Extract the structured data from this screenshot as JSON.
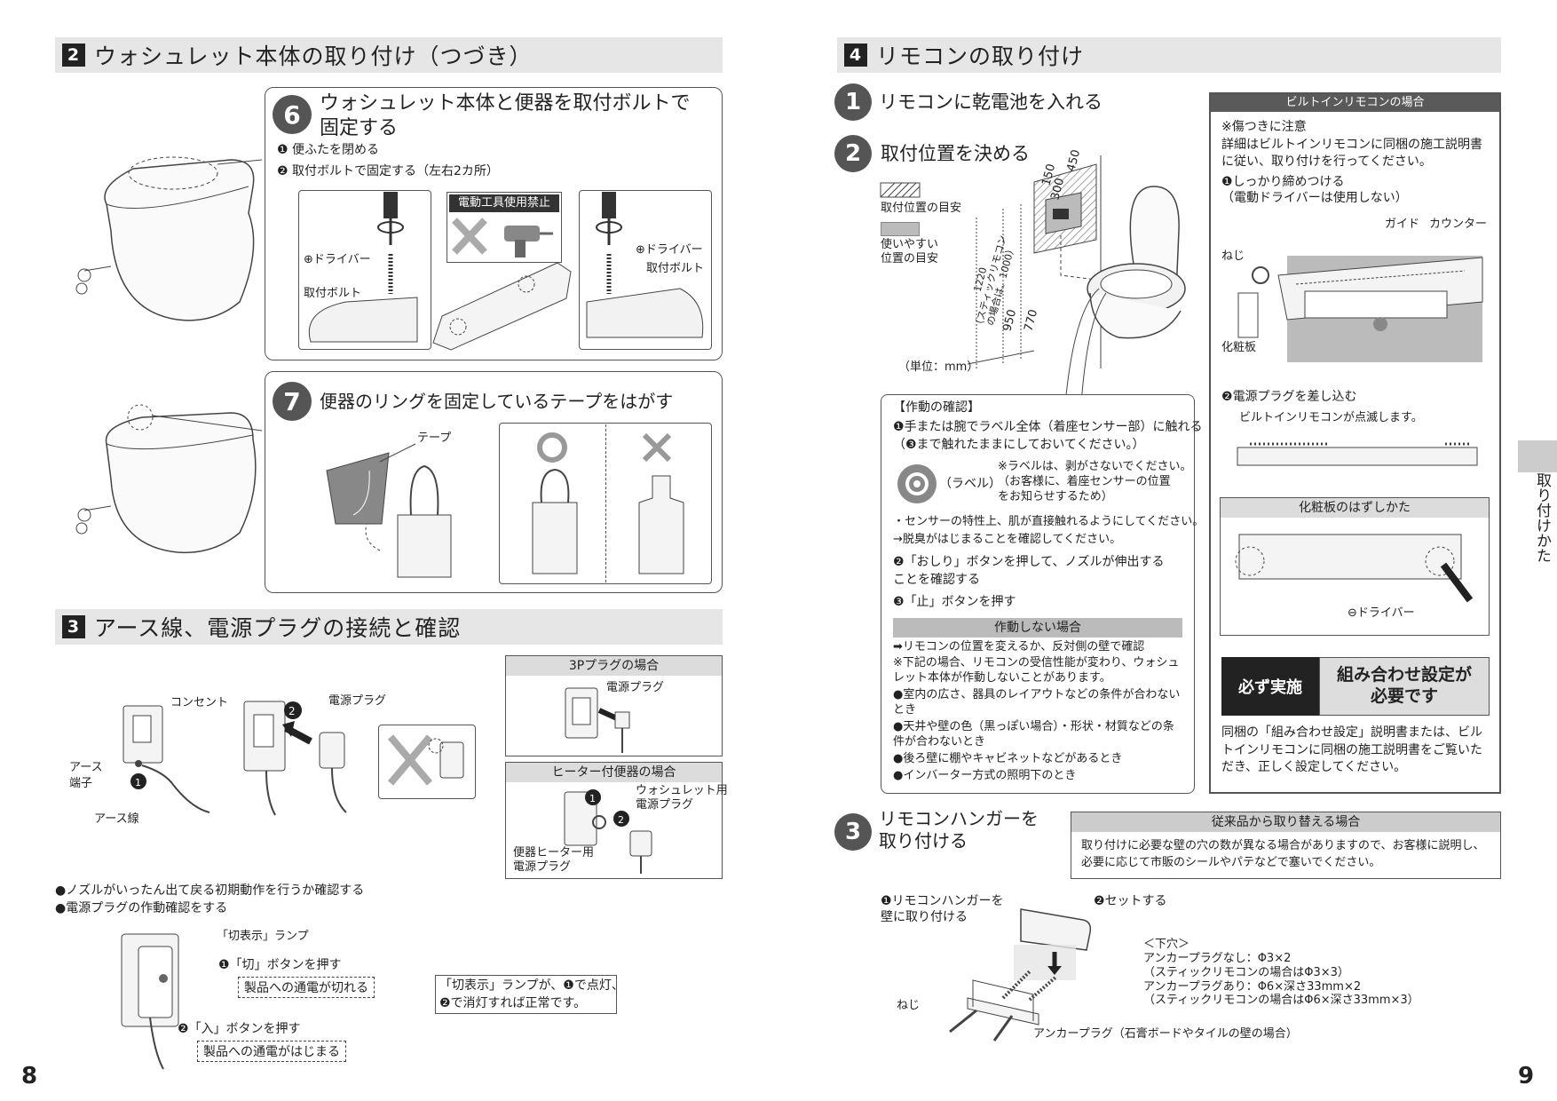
{
  "page_left": "8",
  "page_right": "9",
  "side_tab": "取り付けかた",
  "sec2": {
    "num": "2",
    "title": "ウォシュレット本体の取り付け（つづき）"
  },
  "step6": {
    "num": "6",
    "title": "ウォシュレット本体と便器を取付ボルトで\n固定する",
    "items": [
      "便ふたを閉める",
      "取付ボルトで固定する（左右2カ所）"
    ],
    "warning": "電動工具使用禁止",
    "plus_driver": "⊕ドライバー",
    "bolt": "取付ボルト",
    "plus_driver_r": "⊕ドライバー",
    "bolt_r": "取付ボルト"
  },
  "step7": {
    "num": "7",
    "title": "便器のリングを固定しているテープをはがす",
    "tape": "テープ"
  },
  "sec3": {
    "num": "3",
    "title": "アース線、電源プラグの接続と確認",
    "outlet": "コンセント",
    "earth_terminal": "アース\n端子",
    "earth_wire": "アース線",
    "power_plug": "電源プラグ",
    "plug3p": {
      "title": "3Pプラグの場合",
      "label": "電源プラグ"
    },
    "heater": {
      "title": "ヒーター付便器の場合",
      "washlet_plug": "ウォシュレット用\n電源プラグ",
      "heater_plug": "便器ヒーター用\n電源プラグ"
    },
    "bullets": [
      "●ノズルがいったん出て戻る初期動作を行うか確認する",
      "●電源プラグの作動確認をする"
    ],
    "lamp": "「切表示」ランプ",
    "off": "「切」ボタンを押す",
    "off_note": "製品への通電が切れる",
    "on": "「入」ボタンを押す",
    "on_note": "製品への通電がはじまる",
    "note": "「切表示」ランプが、❶で点灯、\n❷で消灯すれば正常です。"
  },
  "sec4": {
    "num": "4",
    "title": "リモコンの取り付け"
  },
  "r1": {
    "num": "1",
    "title": "リモコンに乾電池を入れる"
  },
  "r2": {
    "num": "2",
    "title": "取付位置を決める",
    "legend_hatch": "取付位置の目安",
    "legend_gray": "使いやすい\n位置の目安",
    "unit": "（単位：mm）",
    "dims": {
      "d150": "150",
      "d450": "450",
      "d300": "300",
      "d1220": "1220\n（スティックリモコン\nの場合は、1000）",
      "d950": "950",
      "d770": "770"
    }
  },
  "check": {
    "title": "【作動の確認】",
    "s1": "手または腕でラベル全体（着座センサー部）に触れる\n（❸まで触れたままにしておいてください。）",
    "label": "（ラベル）",
    "label_note": "※ラベルは、剥がさないでください。\n（お客様に、着座センサーの位置\nをお知らせするため）",
    "sensor": "・センサーの特性上、肌が直接触れるようにしてください。\n→脱臭がはじまることを確認してください。",
    "s2": "「おしり」ボタンを押して、ノズルが伸出する\nことを確認する",
    "s3": "「止」ボタンを押す",
    "nowork_title": "作動しない場合",
    "nowork": [
      "➡リモコンの位置を変えるか、反対側の壁で確認",
      "※下記の場合、リモコンの受信性能が変わり、ウォシュ\nレット本体が作動しないことがあります。",
      "●室内の広さ、器具のレイアウトなどの条件が合わない\nとき",
      "●天井や壁の色（黒っぽい場合）・形状・材質などの条\n件が合わないとき",
      "●後ろ壁に棚やキャビネットなどがあるとき",
      "●インバーター方式の照明下のとき"
    ]
  },
  "builtin": {
    "title": "ビルトインリモコンの場合",
    "caution": "※傷つきに注意\n詳細はビルトインリモコンに同梱の施工説明書\nに従い、取り付けを行ってください。",
    "s1": "しっかり締めつける\n（電動ドライバーは使用しない）",
    "guide": "ガイド",
    "counter": "カウンター",
    "screw": "ねじ",
    "panel": "化粧板",
    "s2": "電源プラグを差し込む",
    "blink": "ビルトインリモコンが点滅します。",
    "remove_title": "化粧板のはずしかた",
    "minus": "⊖ドライバー",
    "must": "必ず実施",
    "combo": "組み合わせ設定が\n必要です",
    "combo_text": "同梱の「組み合わせ設定」説明書または、ビル\nトインリモコンに同梱の施工説明書をご覧いた\nだき、正しく設定してください。"
  },
  "r3": {
    "num": "3",
    "title": "リモコンハンガーを\n取り付ける",
    "replace_title": "従来品から取り替える場合",
    "replace_text": "取り付けに必要な壁の穴の数が異なる場合がありますので、お客様に説明し、\n必要に応じて市販のシールやパテなどで塞いでください。",
    "h1": "リモコンハンガーを\n壁に取り付ける",
    "h2": "セットする",
    "screw": "ねじ",
    "anchor": "アンカープラグ（石膏ボードやタイルの壁の場合）",
    "holes": "＜下穴＞\nアンカープラグなし：Φ3×2\n（スティックリモコンの場合はΦ3×3）\nアンカープラグあり：Φ6×深さ33mm×2\n（スティックリモコンの場合はΦ6×深さ33mm×3）"
  }
}
